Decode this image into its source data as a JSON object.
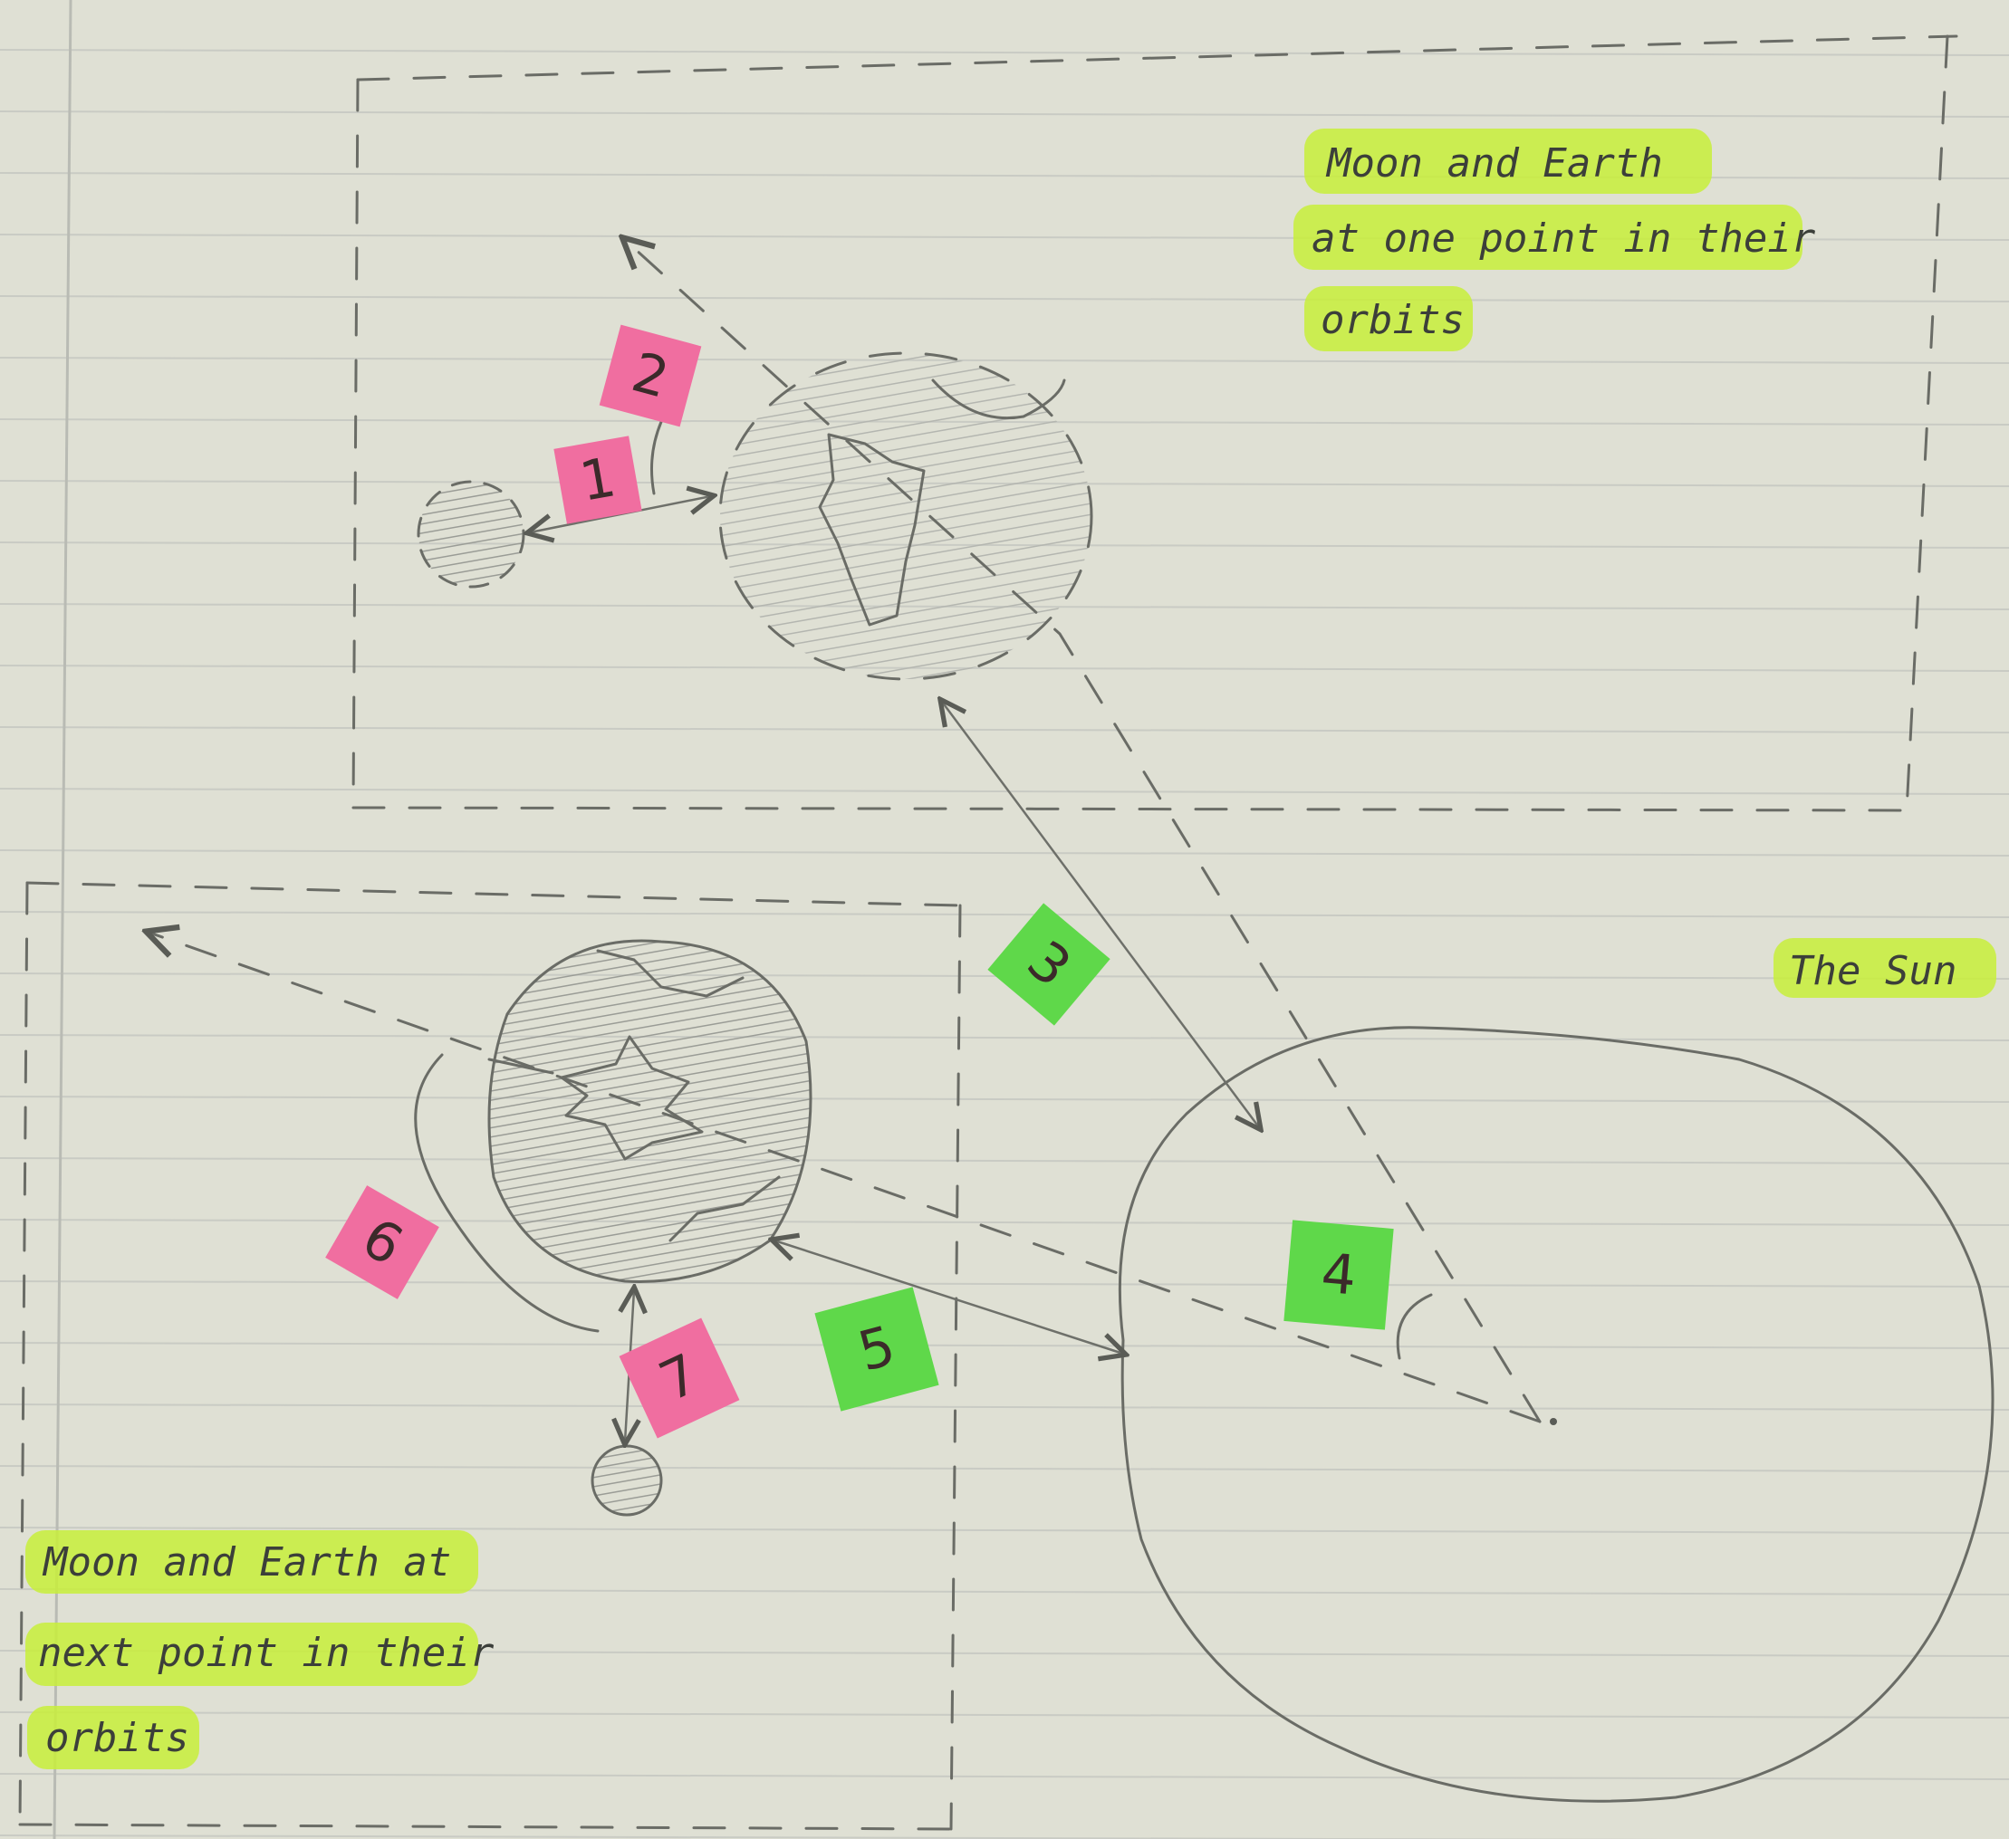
{
  "labels": {
    "top_note": [
      "Moon and Earth",
      "at one point in their",
      "orbits"
    ],
    "bottom_note": [
      "Moon and Earth at",
      "next point in their",
      "orbits"
    ],
    "sun_label": "The Sun"
  },
  "markers": [
    {
      "id": "1",
      "color": "#f06ea0"
    },
    {
      "id": "2",
      "color": "#f06ea0"
    },
    {
      "id": "3",
      "color": "#5fd84a"
    },
    {
      "id": "4",
      "color": "#5fd84a"
    },
    {
      "id": "5",
      "color": "#5fd84a"
    },
    {
      "id": "6",
      "color": "#f06ea0"
    },
    {
      "id": "7",
      "color": "#f06ea0"
    }
  ],
  "colors": {
    "paper": "#dfe0d4",
    "highlighter": "#c8ee3a",
    "pink_note": "#f06ea0",
    "green_note": "#5fd84a"
  }
}
